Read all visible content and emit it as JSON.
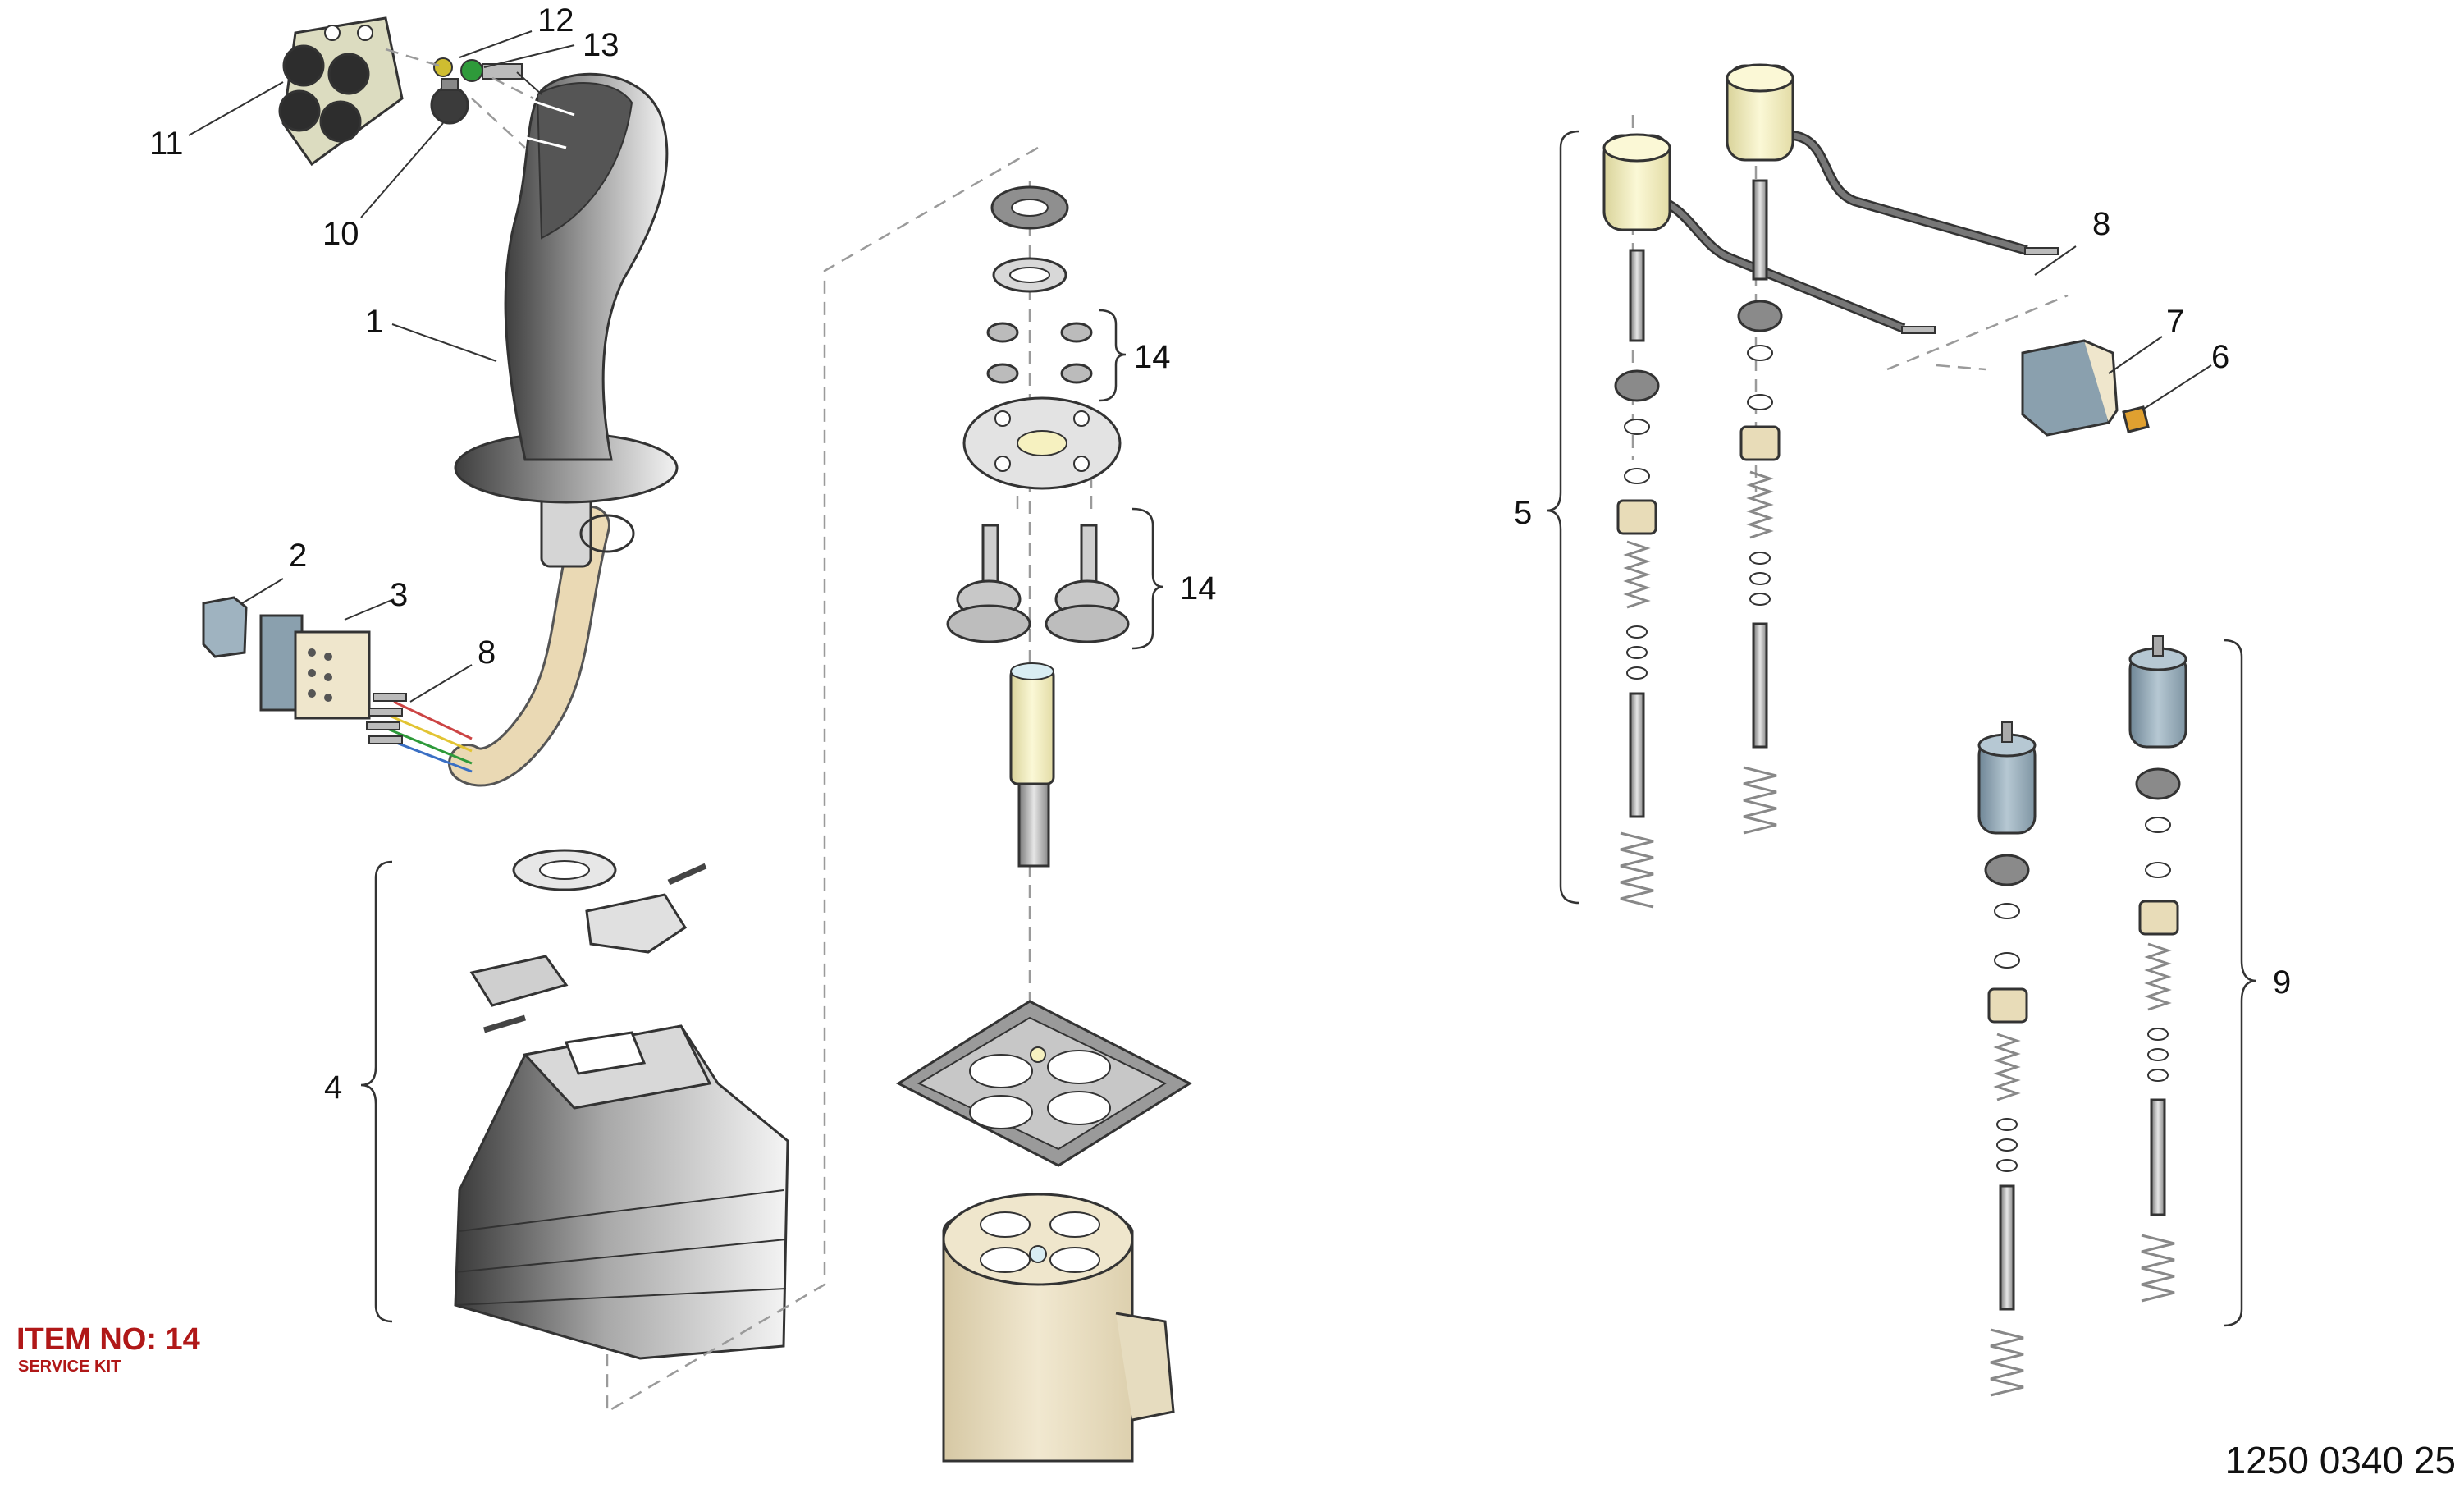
{
  "callouts": {
    "c1": "1",
    "c2": "2",
    "c3": "3",
    "c4": "4",
    "c5": "5",
    "c6": "6",
    "c7": "7",
    "c8a": "8",
    "c8b": "8",
    "c9": "9",
    "c10": "10",
    "c11": "11",
    "c12": "12",
    "c13": "13",
    "c14a": "14",
    "c14b": "14"
  },
  "footer": {
    "item_no": "ITEM NO: 14",
    "service_kit": "SERVICE KIT",
    "document_number": "1250 0340 25"
  },
  "colors": {
    "label_red": "#b01818",
    "cream": "#efe6cc",
    "pale_yellow": "#f6f1c0",
    "steel_blue": "#9fb3c0",
    "grey": "#cfcfcf",
    "dark_grey": "#6b6b6b"
  }
}
